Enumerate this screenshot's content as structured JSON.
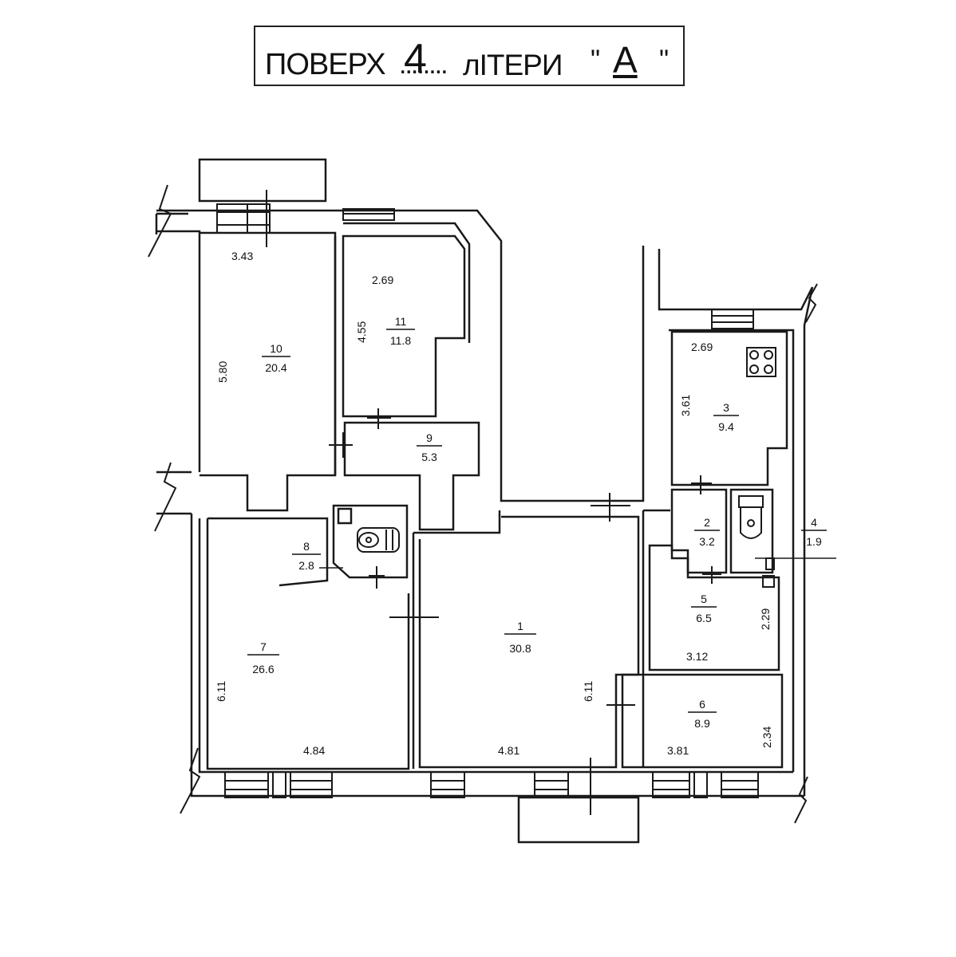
{
  "title": {
    "floor_word": "ПОВЕРХ",
    "floor_dots": "........",
    "floor_number": "4",
    "litera_word": "лІТЕРИ",
    "quote_open": "\"",
    "litera_value": "А",
    "quote_close": "\""
  },
  "rooms": [
    {
      "id": "10",
      "number": "10",
      "area": "20.4"
    },
    {
      "id": "11",
      "number": "11",
      "area": "11.8"
    },
    {
      "id": "9",
      "number": "9",
      "area": "5.3"
    },
    {
      "id": "3",
      "number": "3",
      "area": "9.4"
    },
    {
      "id": "2",
      "number": "2",
      "area": "3.2"
    },
    {
      "id": "4",
      "number": "4",
      "area": "1.9"
    },
    {
      "id": "8",
      "number": "8",
      "area": "2.8"
    },
    {
      "id": "5",
      "number": "5",
      "area": "6.5"
    },
    {
      "id": "1",
      "number": "1",
      "area": "30.8"
    },
    {
      "id": "7",
      "number": "7",
      "area": "26.6"
    },
    {
      "id": "6",
      "number": "6",
      "area": "8.9"
    }
  ],
  "dimensions": {
    "r10_top": "3.43",
    "r10_side": "5.80",
    "r11_top": "2.69",
    "r11_side": "4.55",
    "r3_top": "2.69",
    "r3_side": "3.61",
    "r5_side": "2.29",
    "r5_bottom": "3.12",
    "r1_side": "6.11",
    "r1_bottom": "4.81",
    "r7_side": "6.11",
    "r7_bottom": "4.84",
    "r6_side": "2.34",
    "r6_bottom": "3.81"
  }
}
